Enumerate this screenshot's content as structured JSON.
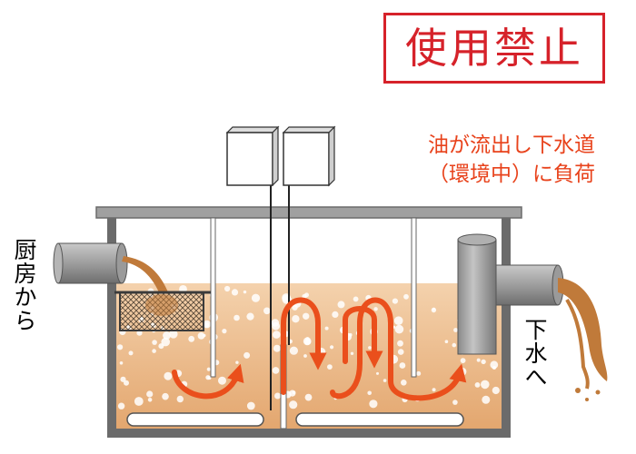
{
  "stamp": {
    "text": "使用禁止",
    "color": "#d6222a"
  },
  "warning": {
    "line1": "油が流出し下水道",
    "line2": "（環境中）に負荷",
    "color": "#e8421b"
  },
  "labels": {
    "inlet": "厨房から",
    "outlet": "下水へ"
  },
  "colors": {
    "wastewater": "#e9b27f",
    "tank_wall": "#6b6b6b",
    "pipe": "#9a9a9a",
    "flow_arrow": "#ea4f1c",
    "sludge": "#c07a3a"
  },
  "icons": [
    "flow-arrow-icon",
    "basket-icon",
    "control-box-icon"
  ]
}
